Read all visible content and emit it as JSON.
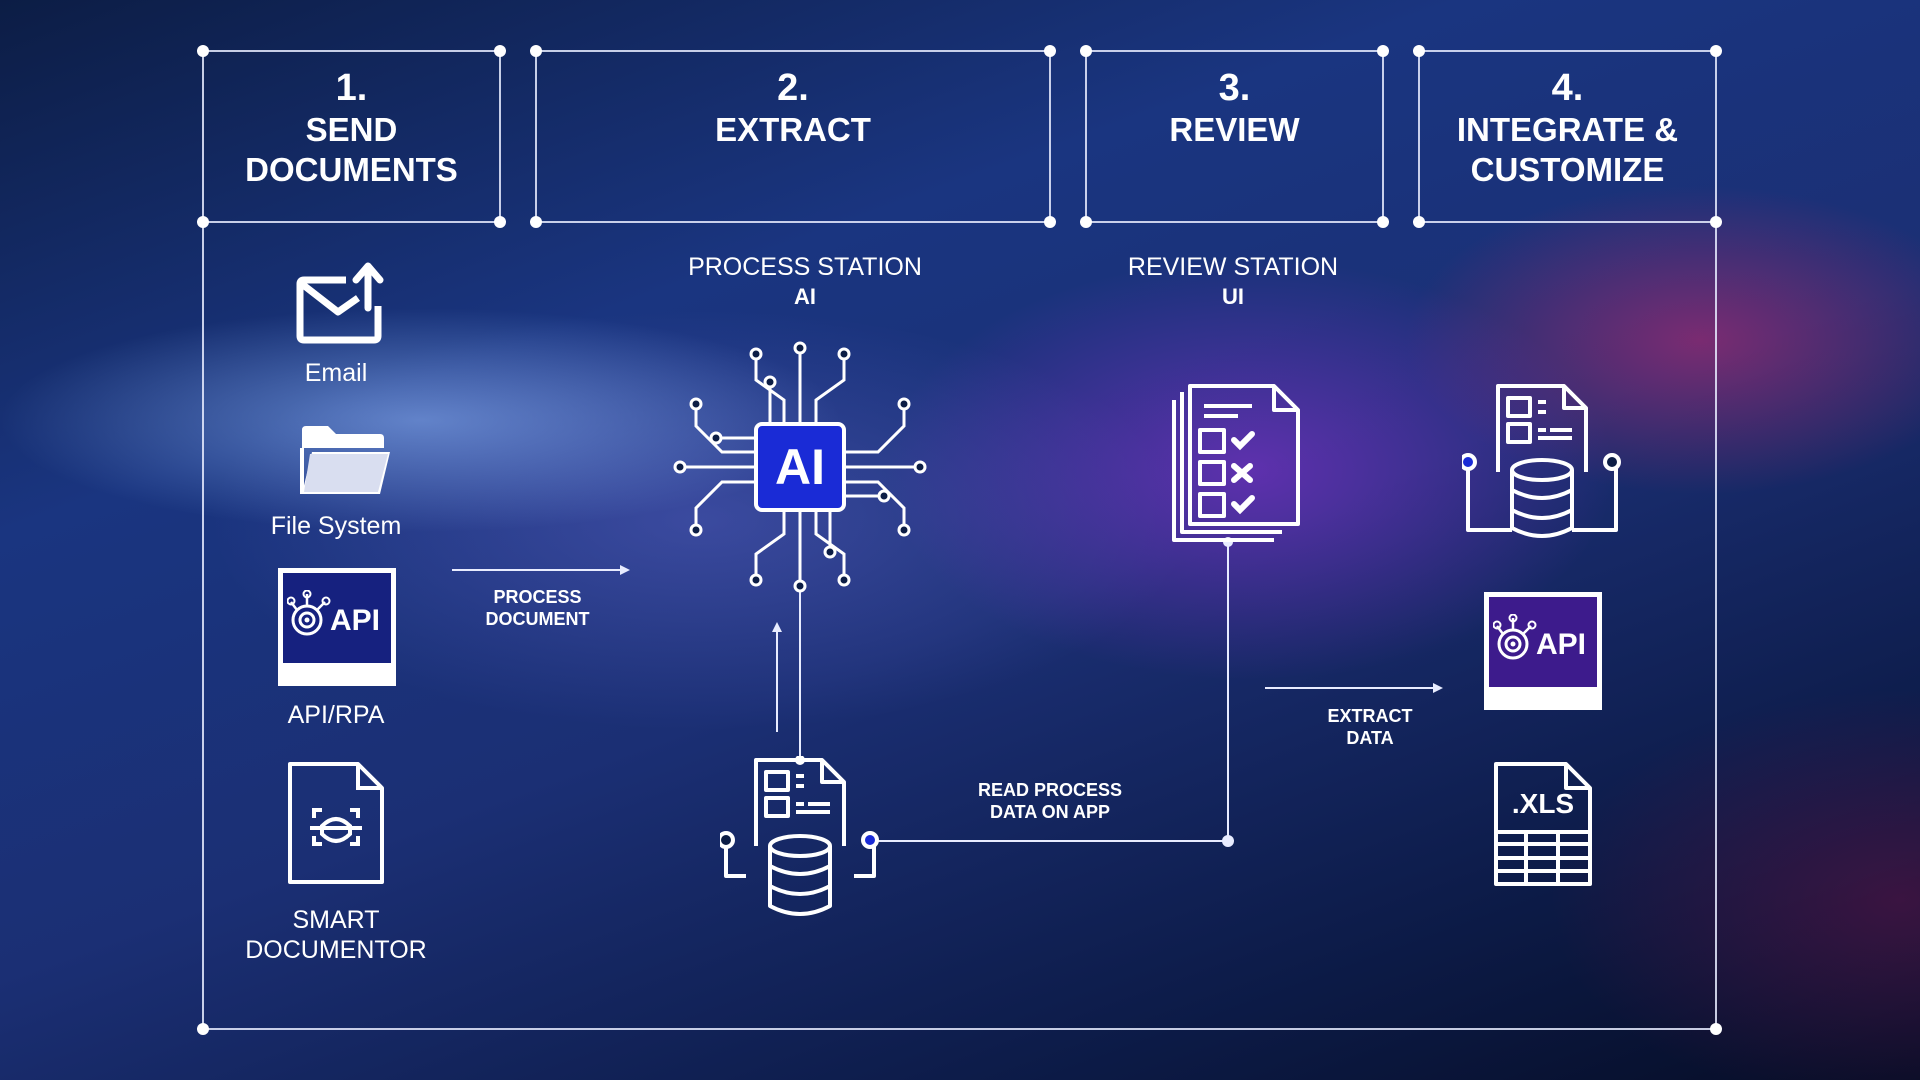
{
  "steps": [
    {
      "num": "1.",
      "title_l1": "SEND",
      "title_l2": "DOCUMENTS"
    },
    {
      "num": "2.",
      "title_l1": "EXTRACT",
      "title_l2": ""
    },
    {
      "num": "3.",
      "title_l1": "REVIEW",
      "title_l2": ""
    },
    {
      "num": "4.",
      "title_l1": "INTEGRATE &",
      "title_l2": "CUSTOMIZE"
    }
  ],
  "sources": {
    "email": "Email",
    "file_system": "File System",
    "api_rpa": "API/RPA",
    "smart_l1": "SMART",
    "smart_l2": "DOCUMENTOR",
    "api_badge": "API"
  },
  "process_station": {
    "title": "PROCESS STATION",
    "sub": "AI",
    "chip": "AI"
  },
  "review_station": {
    "title": "REVIEW STATION",
    "sub": "UI"
  },
  "arrows": {
    "process_l1": "PROCESS",
    "process_l2": "DOCUMENT",
    "read_l1": "READ PROCESS",
    "read_l2": "DATA ON APP",
    "extract_l1": "EXTRACT",
    "extract_l2": "DATA"
  },
  "outputs": {
    "api_badge": "API",
    "xls": ".XLS"
  },
  "colors": {
    "accent": "#1a2bd6",
    "line": "#ffffff",
    "bg_dark": "#0c1d45"
  }
}
